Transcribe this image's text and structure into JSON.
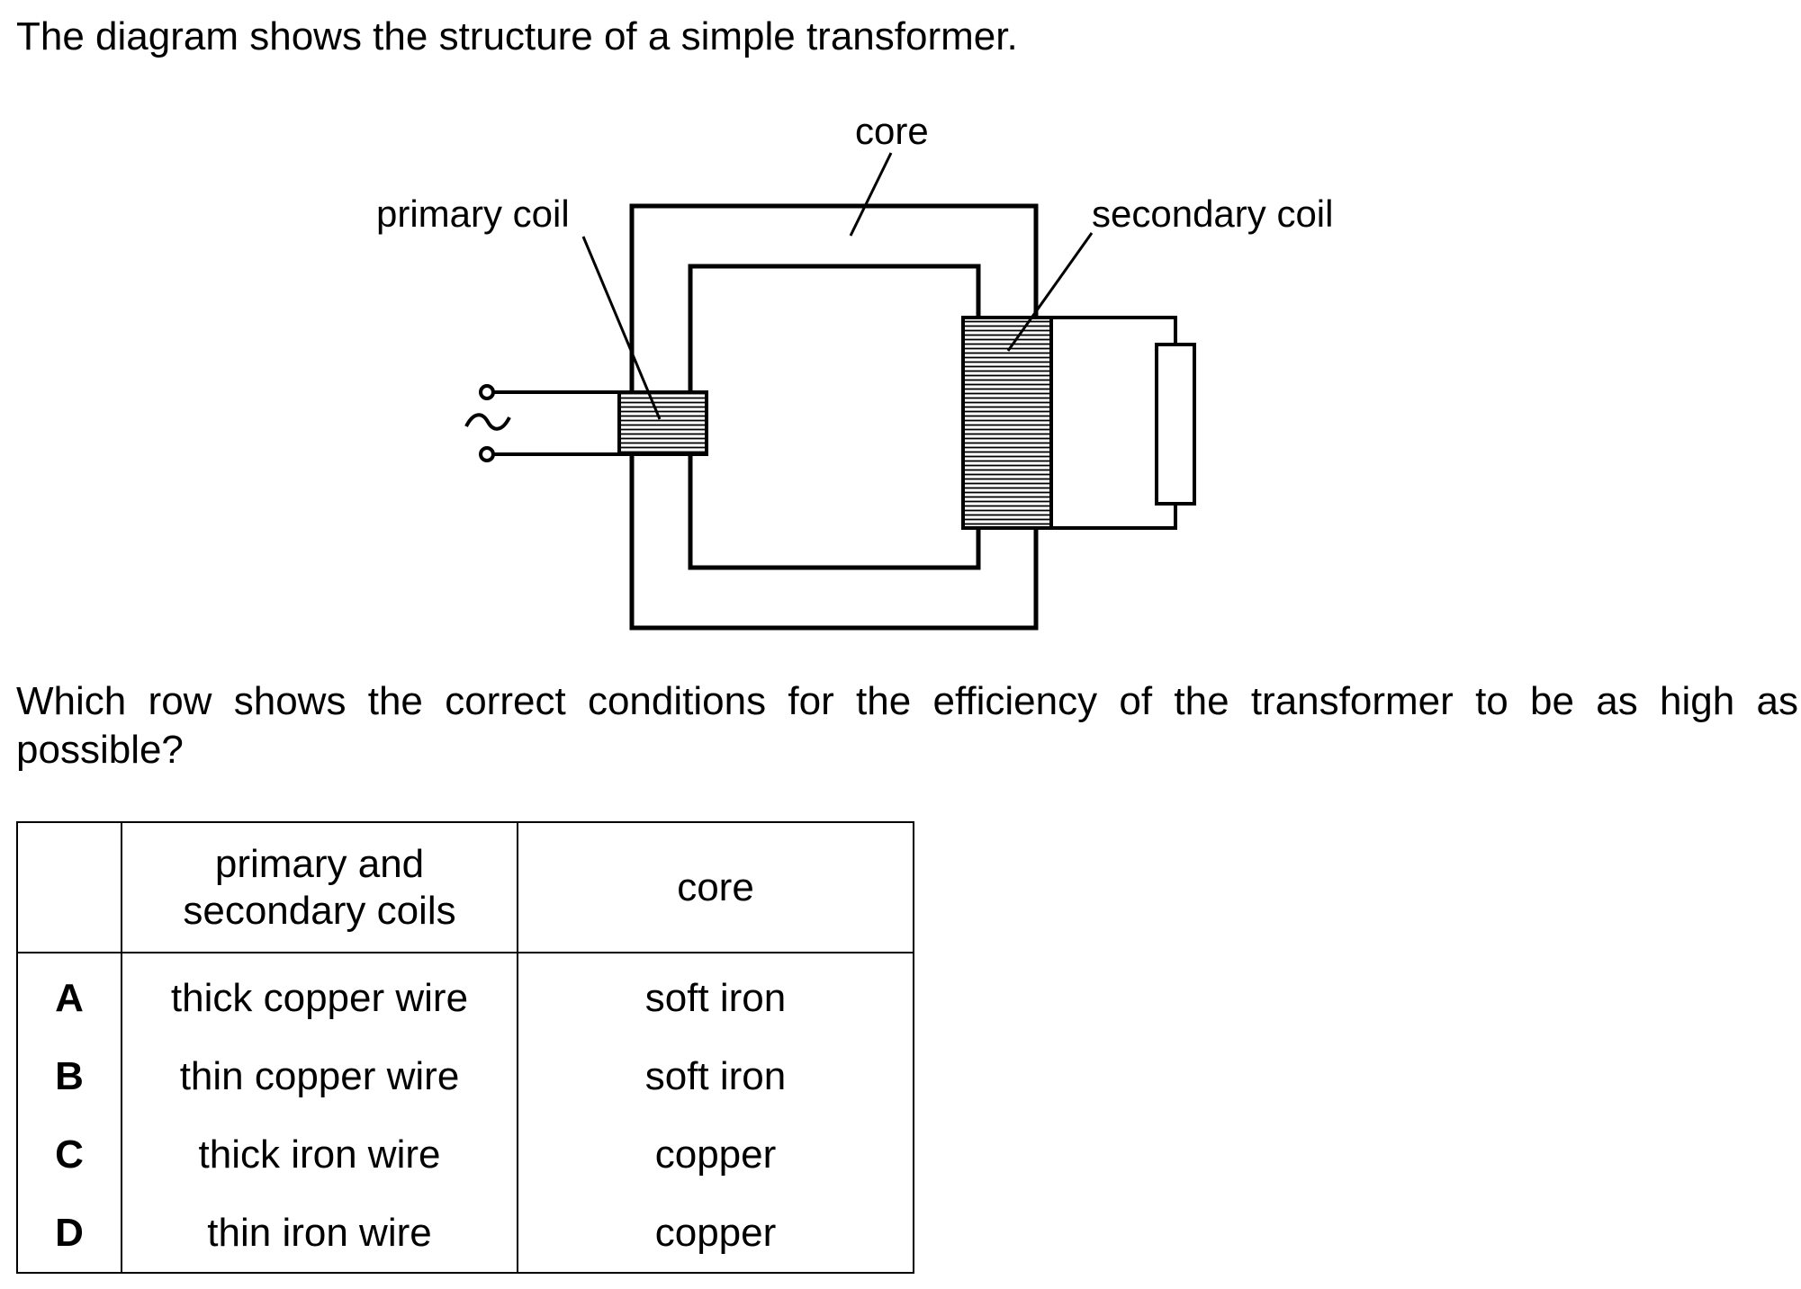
{
  "intro_text": "The diagram shows the structure of a simple transformer.",
  "diagram": {
    "labels": {
      "core": "core",
      "primary_coil": "primary coil",
      "secondary_coil": "secondary coil"
    },
    "ac_symbol": "~",
    "colors": {
      "line": "#000000",
      "background": "#ffffff"
    }
  },
  "question": {
    "line1": "Which row shows the correct conditions for the efficiency of the transformer to be as high as",
    "line2": "possible?"
  },
  "table": {
    "headers": {
      "coils_line1": "primary and",
      "coils_line2": "secondary coils",
      "core": "core"
    },
    "rows": [
      {
        "letter": "A",
        "coils": "thick copper wire",
        "core": "soft iron"
      },
      {
        "letter": "B",
        "coils": "thin copper wire",
        "core": "soft iron"
      },
      {
        "letter": "C",
        "coils": "thick iron wire",
        "core": "copper"
      },
      {
        "letter": "D",
        "coils": "thin iron wire",
        "core": "copper"
      }
    ]
  }
}
